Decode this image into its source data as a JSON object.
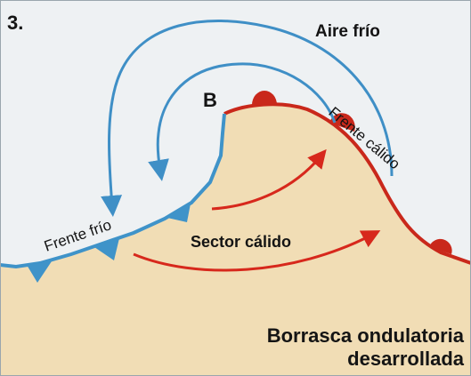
{
  "figure_number": "3.",
  "labels": {
    "cold_air": "Aire frío",
    "low_center": "B",
    "cold_front": "Frente frío",
    "warm_front": "Frente cálido",
    "warm_sector": "Sector cálido",
    "title_line1": "Borrasca ondulatoria",
    "title_line2": "desarrollada"
  },
  "colors": {
    "cold_air_bg": "#eef1f3",
    "warm_sector_bg": "#f1ddb5",
    "cold_front": "#3f93c9",
    "warm_front": "#c9281b",
    "warm_arrow": "#d7281c",
    "cold_arrow": "#3f8fc6"
  }
}
